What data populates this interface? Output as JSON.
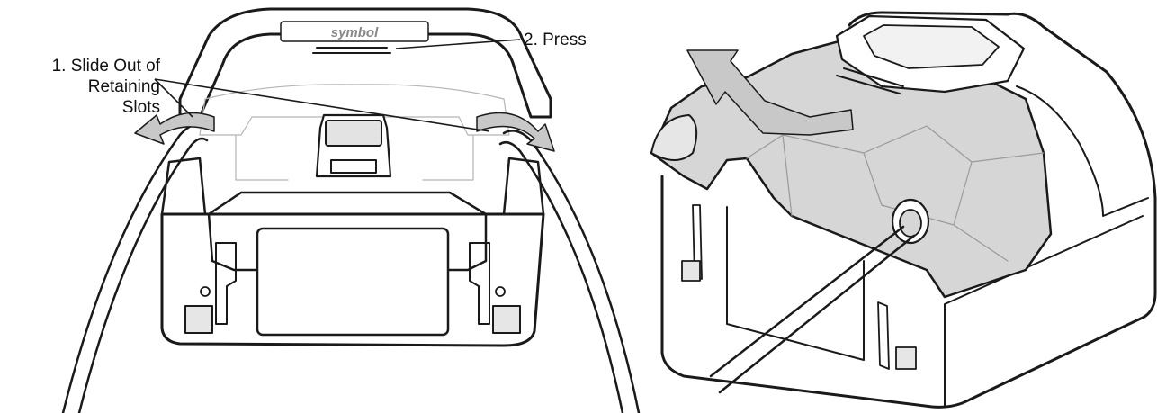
{
  "callouts": {
    "slide_out_line1": "1. Slide Out of",
    "slide_out_line2": "Retaining",
    "slide_out_line3": "Slots",
    "press": "2. Press"
  },
  "logo": "symbol",
  "colors": {
    "line": "#1a1a1a",
    "cover_fill": "#d6d6d6",
    "arrow_fill": "#c8c8c8",
    "faint_line": "#b5b5b5"
  }
}
